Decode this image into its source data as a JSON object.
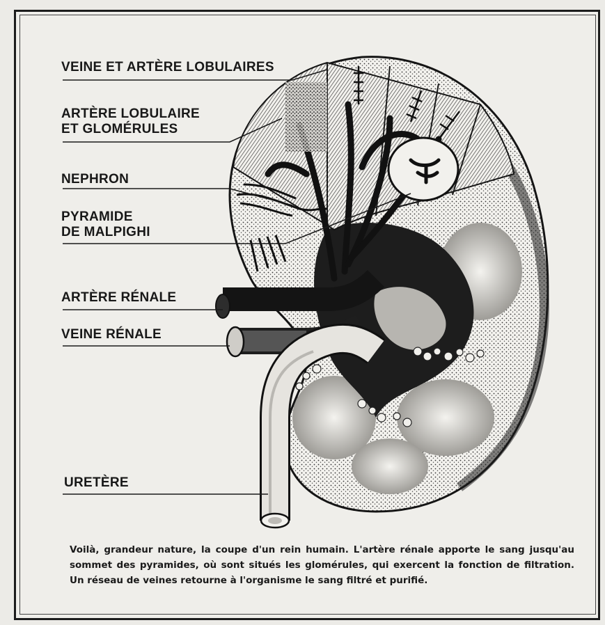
{
  "labels": {
    "veine_artere_lobulaires": "VEINE ET ARTÈRE LOBULAIRES",
    "artere_lobulaire_line1": "ARTÈRE LOBULAIRE",
    "artere_lobulaire_line2": "ET GLOMÉRULES",
    "nephron": "NEPHRON",
    "pyramide_line1": "PYRAMIDE",
    "pyramide_line2": "DE MALPIGHI",
    "artere_renale": "ARTÈRE RÉNALE",
    "veine_renale": "VEINE RÉNALE",
    "uretere": "URETÈRE"
  },
  "caption": "Voilà, grandeur nature, la coupe d'un rein humain. L'artère rénale apporte le sang jusqu'au sommet des pyramides, où sont situés les glomérules, qui exercent la fonction de filtration. Un réseau de veines retourne à l'organisme le sang filtré et purifié.",
  "colors": {
    "ink": "#181818",
    "paper": "#efeeea"
  }
}
